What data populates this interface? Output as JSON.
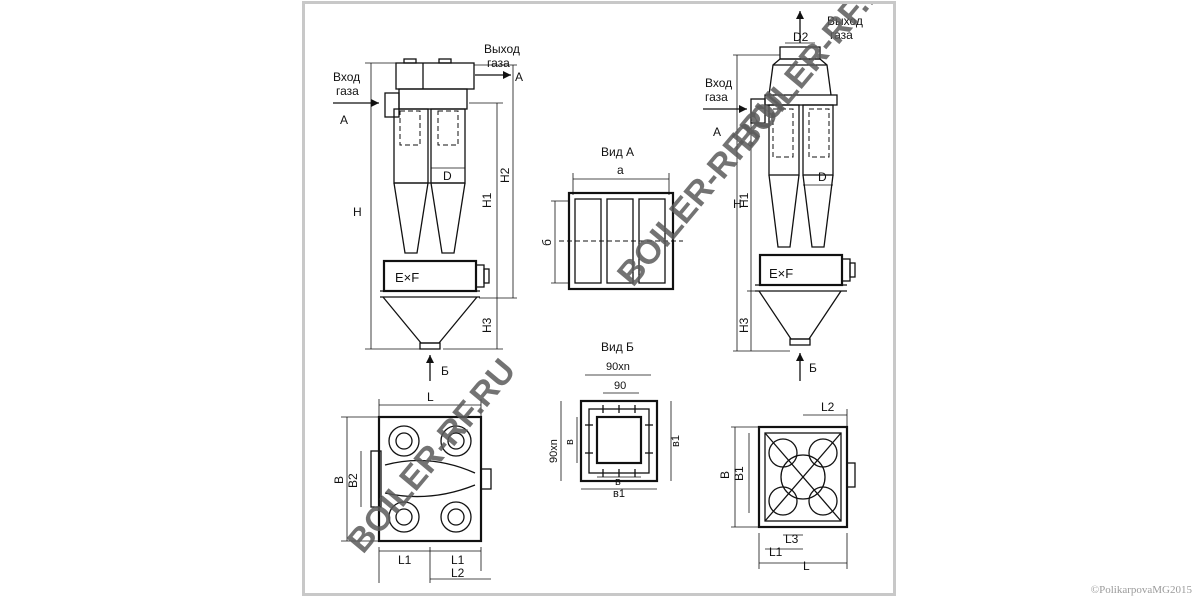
{
  "labels": {
    "inlet_gas_left": "Вход\nгаза",
    "outlet_gas_left": "Выход\nгаза",
    "inlet_gas_right": "Вход\nгаза",
    "outlet_gas_right": "Выход\nгаза",
    "arrow_a_left": "А",
    "arrow_a_left2": "А",
    "arrow_a_right": "А",
    "arrow_b_left": "Б",
    "arrow_b_right": "Б",
    "view_a": "Вид А",
    "view_b": "Вид Б",
    "ExF_left": "E×F",
    "ExF_right": "E×F"
  },
  "dims": {
    "H": "H",
    "H1": "H1",
    "H2": "H2",
    "H3": "H3",
    "D": "D",
    "D2": "D2",
    "H_r": "H",
    "H1_r": "H1",
    "H3_r": "H3",
    "D_r": "D",
    "a": "a",
    "b_cyr": "б",
    "n90": "90xn",
    "n90v": "90xn",
    "ninety": "90",
    "v": "в",
    "v1": "в1",
    "v1b": "в1",
    "v2": "в",
    "L": "L",
    "L1a": "L1",
    "L1b": "L1",
    "L2": "L2",
    "B": "B",
    "B2": "B2",
    "L_r": "L",
    "L1_r": "L1",
    "L2_r": "L2",
    "L3_r": "L3",
    "B_r": "B",
    "B1_r": "B1"
  },
  "watermarks": [
    "BOILER-RF.RU",
    "BOILER-RF.RU",
    "BOILER-RF.RU"
  ],
  "copyright": "©PolikarpovaMG2015"
}
